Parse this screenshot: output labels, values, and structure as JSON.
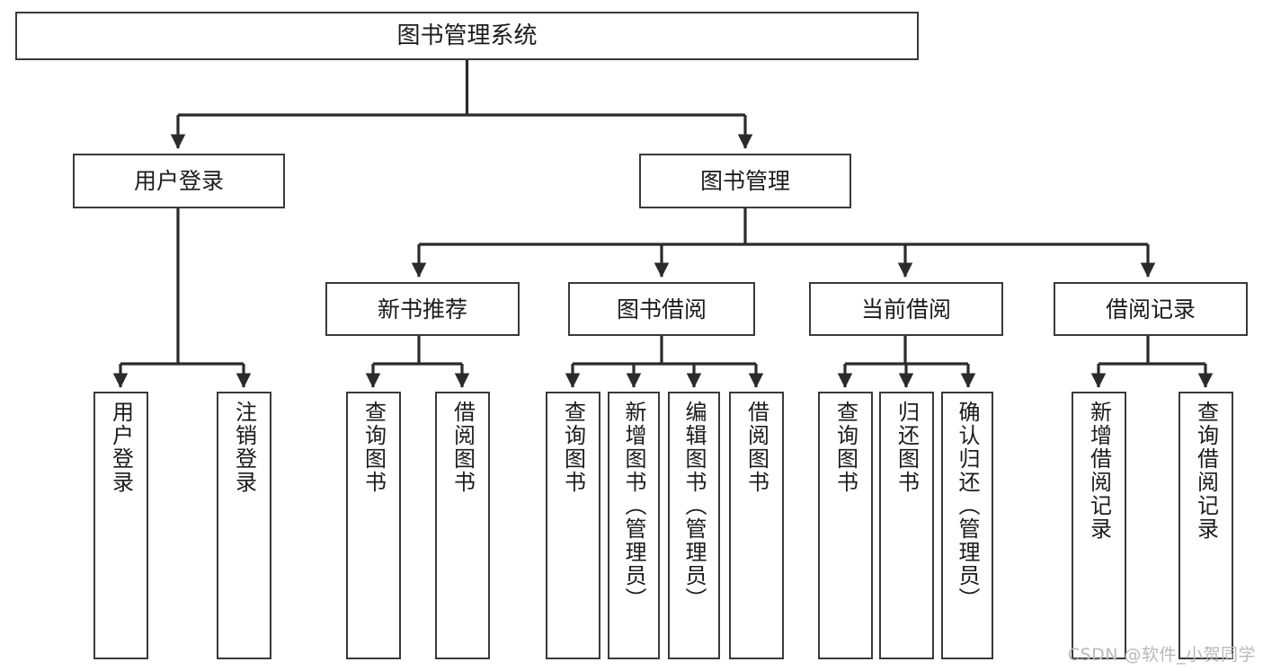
{
  "diagram": {
    "type": "tree",
    "title": "图书管理系统",
    "orientation": "top-down",
    "colors": {
      "box_border": "#3a3a3a",
      "box_fill": "#ffffff",
      "edge": "#2b2b2b",
      "text": "#1b1b1b",
      "background": "#ffffff",
      "watermark": "#b9b9b9"
    }
  },
  "nodes": {
    "root": {
      "label": "图书管理系统"
    },
    "level2": [
      {
        "id": "user-login",
        "label": "用户登录"
      },
      {
        "id": "book-manage",
        "label": "图书管理"
      }
    ],
    "level3": [
      {
        "id": "new-book-recommend",
        "label": "新书推荐"
      },
      {
        "id": "book-borrow",
        "label": "图书借阅"
      },
      {
        "id": "current-borrow",
        "label": "当前借阅"
      },
      {
        "id": "borrow-record",
        "label": "借阅记录"
      }
    ],
    "leaves": [
      {
        "id": "leaf-user-login",
        "label": "用户登录",
        "parent": "user-login"
      },
      {
        "id": "leaf-logout",
        "label": "注销登录",
        "parent": "user-login"
      },
      {
        "id": "leaf-query-book-1",
        "label": "查询图书",
        "parent": "new-book-recommend"
      },
      {
        "id": "leaf-borrow-book-1",
        "label": "借阅图书",
        "parent": "new-book-recommend"
      },
      {
        "id": "leaf-query-book-2",
        "label": "查询图书",
        "parent": "book-borrow"
      },
      {
        "id": "leaf-add-book",
        "label": "新增图书（管理员）",
        "parent": "book-borrow"
      },
      {
        "id": "leaf-edit-book",
        "label": "编辑图书（管理员）",
        "parent": "book-borrow"
      },
      {
        "id": "leaf-borrow-book-2",
        "label": "借阅图书",
        "parent": "book-borrow"
      },
      {
        "id": "leaf-query-book-3",
        "label": "查询图书",
        "parent": "current-borrow"
      },
      {
        "id": "leaf-return-book",
        "label": "归还图书",
        "parent": "current-borrow"
      },
      {
        "id": "leaf-confirm-return",
        "label": "确认归还（管理员）",
        "parent": "current-borrow"
      },
      {
        "id": "leaf-add-record",
        "label": "新增借阅记录",
        "parent": "borrow-record"
      },
      {
        "id": "leaf-query-record",
        "label": "查询借阅记录",
        "parent": "borrow-record"
      }
    ]
  },
  "watermark": {
    "text": "CSDN @软件_小贺同学"
  }
}
